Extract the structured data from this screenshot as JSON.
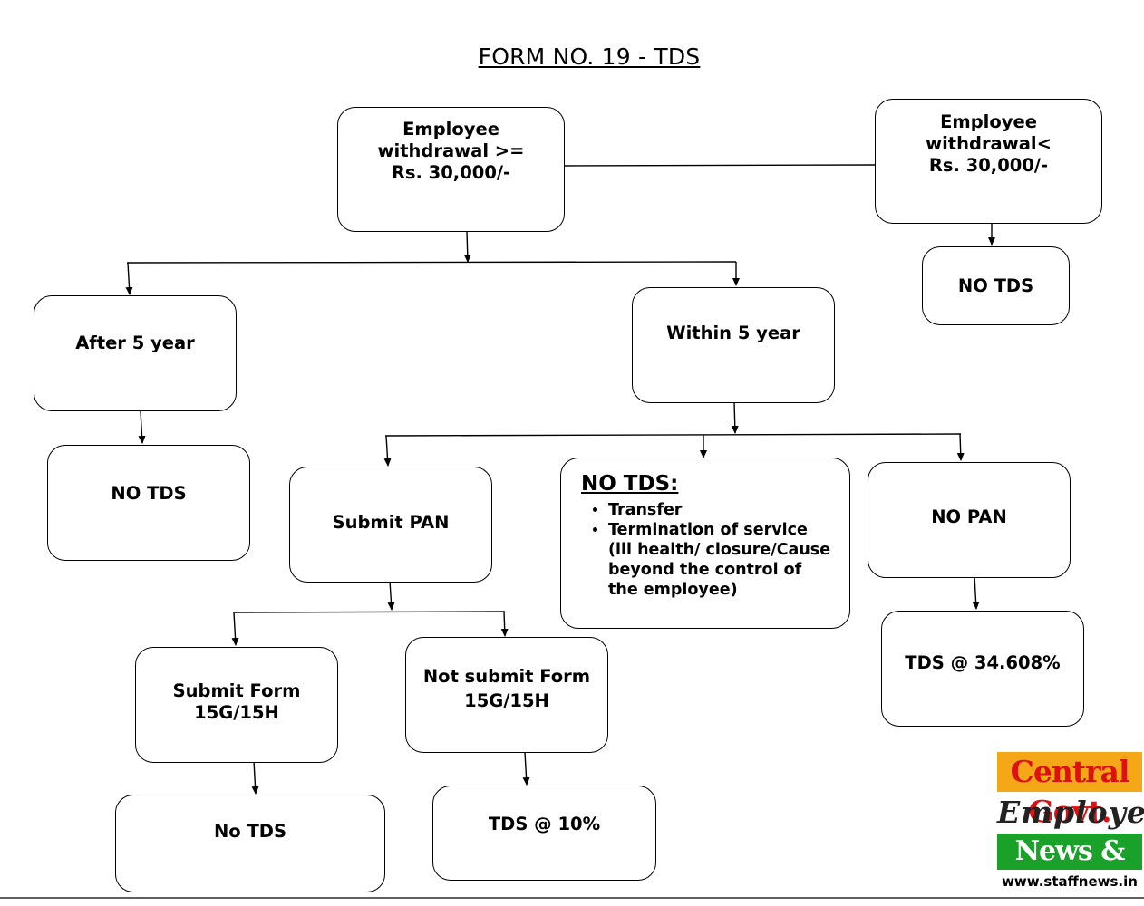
{
  "title": "FORM NO. 19 - TDS",
  "nodes": {
    "withdrawal_high": [
      "Employee",
      "withdrawal >=",
      "Rs. 30,000/-"
    ],
    "withdrawal_low": [
      "Employee",
      "withdrawal<",
      "Rs. 30,000/-"
    ],
    "no_tds_right": "NO TDS",
    "after_5_year": "After 5 year",
    "no_tds_after": "NO TDS",
    "within_5_year": "Within 5 year",
    "submit_pan": "Submit PAN",
    "no_tds_list": {
      "heading": "NO TDS:",
      "items": [
        "Transfer",
        "Termination of service (ill health/ closure/Cause beyond the control of the employee)"
      ]
    },
    "no_pan": "NO PAN",
    "tds_34": "TDS @ 34.608%",
    "submit_form": [
      "Submit Form",
      "15G/15H"
    ],
    "not_submit_form": [
      "Not submit Form",
      "15G/15H"
    ],
    "no_tds_bottom": "No TDS",
    "tds_10": "TDS @ 10%"
  },
  "logo": {
    "line1": "Central Govt.",
    "line2": "Employees",
    "line3": "News & Tools",
    "url": "www.staffnews.in"
  }
}
